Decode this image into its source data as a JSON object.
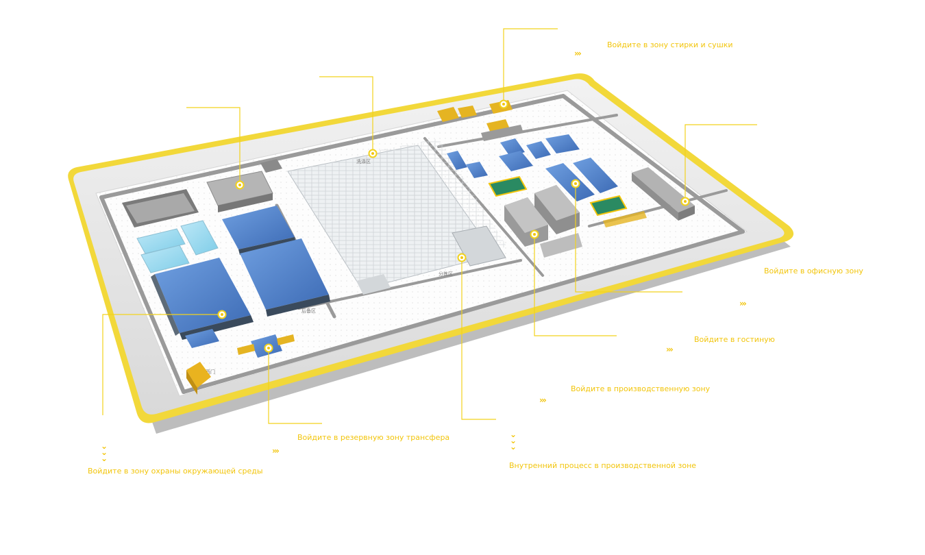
{
  "accent_color": "#f2c50c",
  "roof_color": "#4f7fc6",
  "arrow_right_icon": "›››",
  "arrow_down_icon": "⌄",
  "map_signs": {
    "west_gate": "西门",
    "reserve_area": "后备区",
    "sorting_area": "分拣区",
    "wash_area": "洗涤区"
  },
  "callouts": {
    "laundry": "Войдите в зону стирки и сушки",
    "office": "Войдите в офисную зону",
    "hotel": "Войдите в гостиную",
    "production": "Войдите в производственную зону",
    "transfer": "Войдите в резервную зону трансфера",
    "environment": "Войдите в зону охраны окружающей среды",
    "process": "Внутренний процесс в производственной зоне"
  }
}
